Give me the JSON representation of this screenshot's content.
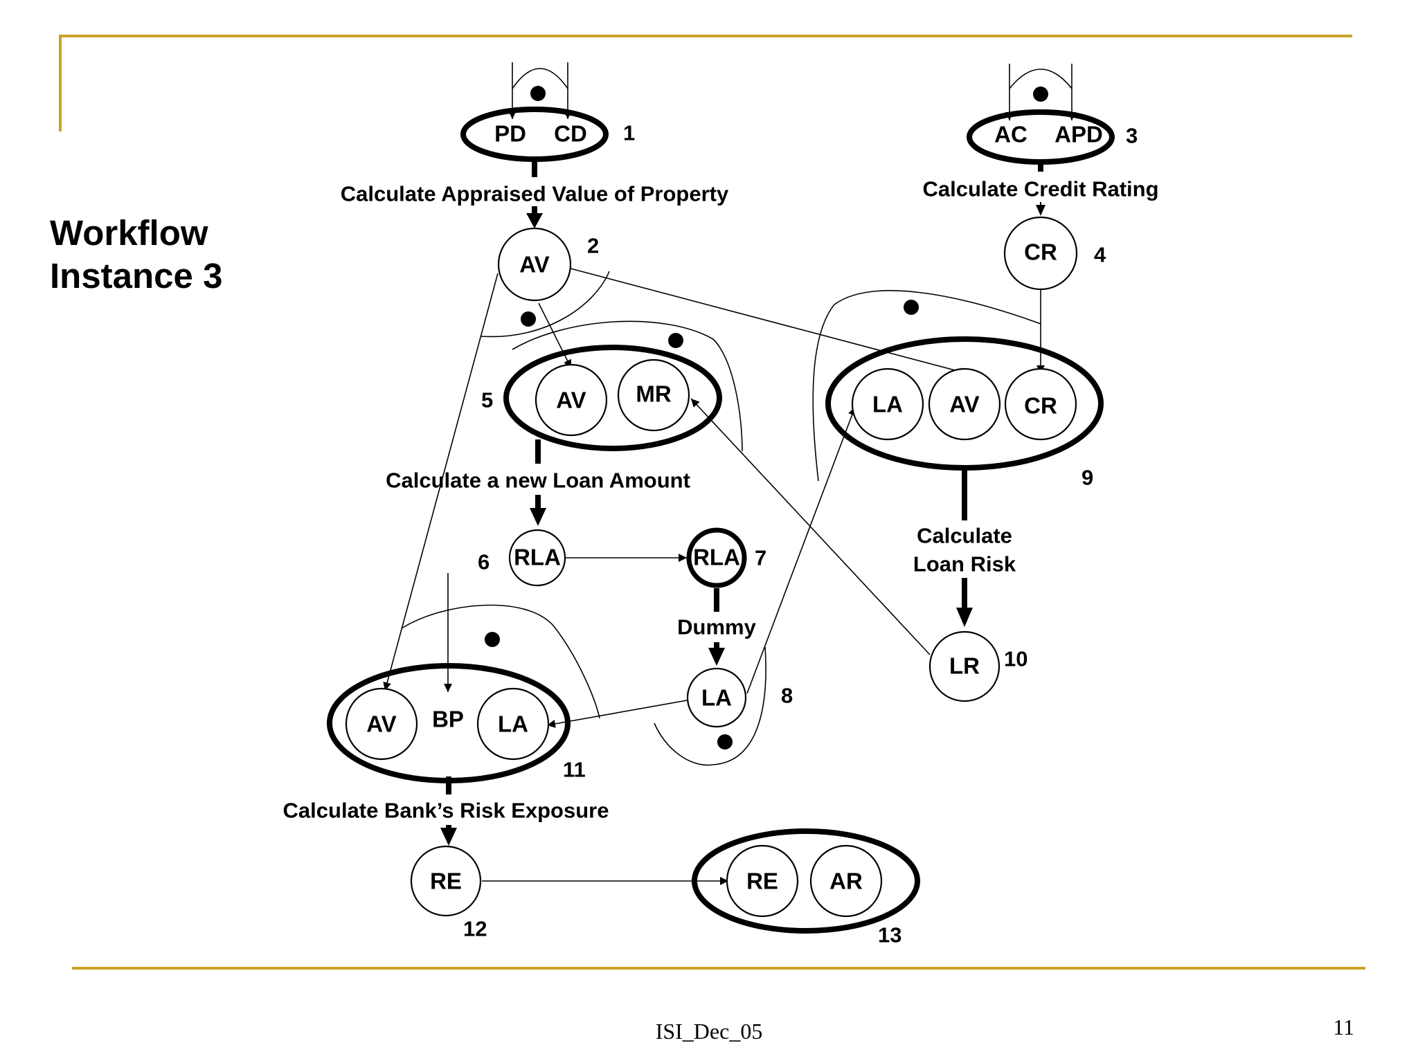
{
  "slide": {
    "title_line1": "Workflow",
    "title_line2": "Instance 3",
    "footer": "ISI_Dec_05",
    "page_number": "11",
    "accent_color": "#c9a227"
  },
  "workflow": {
    "nodes": [
      {
        "id": "n1",
        "number": "1",
        "labels": [
          "PD",
          "CD"
        ]
      },
      {
        "id": "n2",
        "number": "2",
        "labels": [
          "AV"
        ]
      },
      {
        "id": "n3",
        "number": "3",
        "labels": [
          "AC",
          "APD"
        ]
      },
      {
        "id": "n4",
        "number": "4",
        "labels": [
          "CR"
        ]
      },
      {
        "id": "n5",
        "number": "5",
        "labels": [
          "AV",
          "MR"
        ]
      },
      {
        "id": "n6",
        "number": "6",
        "labels": [
          "RLA"
        ]
      },
      {
        "id": "n7",
        "number": "7",
        "labels": [
          "RLA"
        ]
      },
      {
        "id": "n8",
        "number": "8",
        "labels": [
          "LA"
        ]
      },
      {
        "id": "n9",
        "number": "9",
        "labels": [
          "LA",
          "AV",
          "CR"
        ]
      },
      {
        "id": "n10",
        "number": "10",
        "labels": [
          "LR"
        ]
      },
      {
        "id": "n11",
        "number": "11",
        "labels": [
          "AV",
          "BP",
          "LA"
        ]
      },
      {
        "id": "n12",
        "number": "12",
        "labels": [
          "RE"
        ]
      },
      {
        "id": "n13",
        "number": "13",
        "labels": [
          "RE",
          "AR"
        ]
      }
    ],
    "activities": [
      {
        "id": "a1",
        "label": "Calculate Appraised Value of Property"
      },
      {
        "id": "a2",
        "label": "Calculate Credit Rating"
      },
      {
        "id": "a3",
        "label": "Calculate a new Loan Amount"
      },
      {
        "id": "a4",
        "label": "Dummy"
      },
      {
        "id": "a5_line1",
        "label": "Calculate"
      },
      {
        "id": "a5_line2",
        "label": "Loan Risk"
      },
      {
        "id": "a6",
        "label": "Calculate Bank’s Risk Exposure"
      }
    ]
  }
}
